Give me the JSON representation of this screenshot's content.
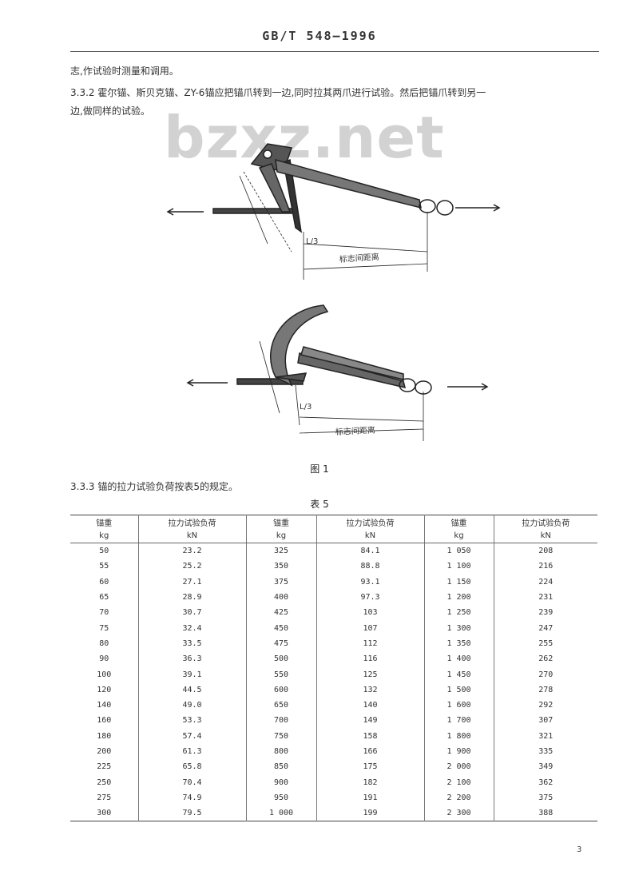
{
  "header": {
    "code": "GB/T 548—1996"
  },
  "paragraphs": [
    "志,作试验时测量和调用。",
    "3.3.2   霍尔锚、斯贝克锚、ZY-6锚应把锚爪转到一边,同时拉其两爪进行试验。然后把锚爪转到另一",
    "边,做同样的试验。"
  ],
  "watermark": "bzxz.net",
  "figure": {
    "caption": "图 1",
    "top_labels": {
      "third": "L/3",
      "dim": "标志间距离"
    },
    "bottom_labels": {
      "third": "L/3",
      "dim": "标志间距离"
    }
  },
  "section_333": "3.3.3   锚的拉力试验负荷按表5的规定。",
  "table": {
    "title": "表 5",
    "headers": [
      "锚重",
      "拉力试验负荷",
      "锚重",
      "拉力试验负荷",
      "锚重",
      "拉力试验负荷"
    ],
    "units": [
      "kg",
      "kN",
      "kg",
      "kN",
      "kg",
      "kN"
    ],
    "rows": [
      [
        "50",
        "23.2",
        "325",
        "84.1",
        "1 050",
        "208"
      ],
      [
        "55",
        "25.2",
        "350",
        "88.8",
        "1 100",
        "216"
      ],
      [
        "60",
        "27.1",
        "375",
        "93.1",
        "1 150",
        "224"
      ],
      [
        "65",
        "28.9",
        "400",
        "97.3",
        "1 200",
        "231"
      ],
      [
        "70",
        "30.7",
        "425",
        "103",
        "1 250",
        "239"
      ],
      [
        "75",
        "32.4",
        "450",
        "107",
        "1 300",
        "247"
      ],
      [
        "80",
        "33.5",
        "475",
        "112",
        "1 350",
        "255"
      ],
      [
        "90",
        "36.3",
        "500",
        "116",
        "1 400",
        "262"
      ],
      [
        "100",
        "39.1",
        "550",
        "125",
        "1 450",
        "270"
      ],
      [
        "120",
        "44.5",
        "600",
        "132",
        "1 500",
        "278"
      ],
      [
        "140",
        "49.0",
        "650",
        "140",
        "1 600",
        "292"
      ],
      [
        "160",
        "53.3",
        "700",
        "149",
        "1 700",
        "307"
      ],
      [
        "180",
        "57.4",
        "750",
        "158",
        "1 800",
        "321"
      ],
      [
        "200",
        "61.3",
        "800",
        "166",
        "1 900",
        "335"
      ],
      [
        "225",
        "65.8",
        "850",
        "175",
        "2 000",
        "349"
      ],
      [
        "250",
        "70.4",
        "900",
        "182",
        "2 100",
        "362"
      ],
      [
        "275",
        "74.9",
        "950",
        "191",
        "2 200",
        "375"
      ],
      [
        "300",
        "79.5",
        "1 000",
        "199",
        "2 300",
        "388"
      ]
    ]
  },
  "page_number": "3"
}
